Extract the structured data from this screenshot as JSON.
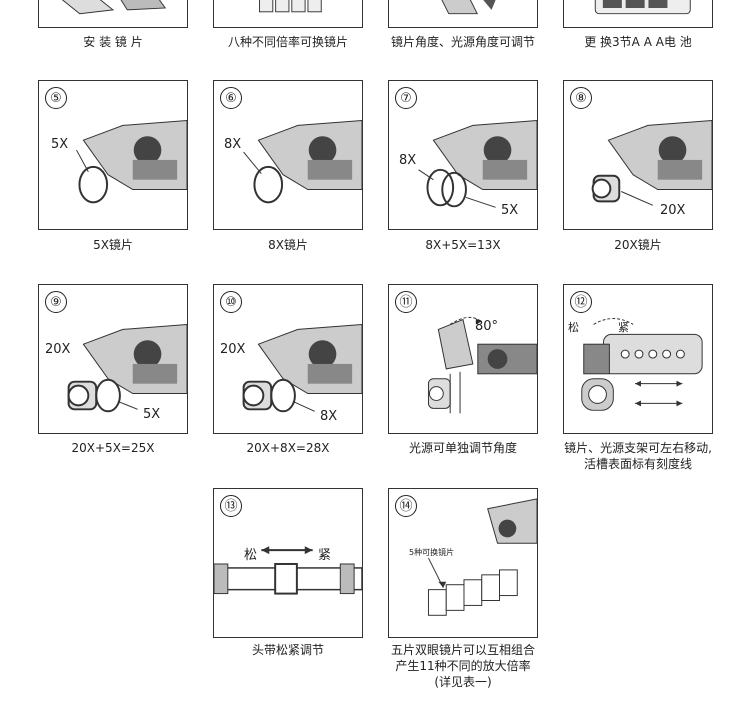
{
  "row1": [
    {
      "caption": "安 装 镜 片"
    },
    {
      "caption": "八种不同倍率可换镜片"
    },
    {
      "caption": "镜片角度、光源角度可调节"
    },
    {
      "caption": "更 换3节A A A电 池"
    }
  ],
  "panels": [
    {
      "num": "⑤",
      "caption": "5X镜片",
      "labels": [
        "5X"
      ]
    },
    {
      "num": "⑥",
      "caption": "8X镜片",
      "labels": [
        "8X"
      ]
    },
    {
      "num": "⑦",
      "caption": "8X+5X=13X",
      "labels": [
        "8X",
        "5X"
      ]
    },
    {
      "num": "⑧",
      "caption": "20X镜片",
      "labels": [
        "20X"
      ]
    },
    {
      "num": "⑨",
      "caption": "20X+5X=25X",
      "labels": [
        "20X",
        "5X"
      ]
    },
    {
      "num": "⑩",
      "caption": "20X+8X=28X",
      "labels": [
        "20X",
        "8X"
      ]
    },
    {
      "num": "⑪",
      "caption": "光源可单独调节角度",
      "labels": [
        "80°"
      ]
    },
    {
      "num": "⑫",
      "caption_lines": [
        "镜片、光源支架可左右移动,",
        "活槽表面标有刻度线"
      ],
      "labels": [
        "松",
        "紧"
      ]
    },
    {
      "num": "⑬",
      "caption": "头带松紧调节",
      "labels": [
        "松",
        "紧"
      ]
    },
    {
      "num": "⑭",
      "caption_lines": [
        "五片双眼镜片可以互相组合",
        "产生11种不同的放大倍率",
        "(详见表一)"
      ],
      "labels": [
        "5种可换镜片"
      ]
    }
  ]
}
